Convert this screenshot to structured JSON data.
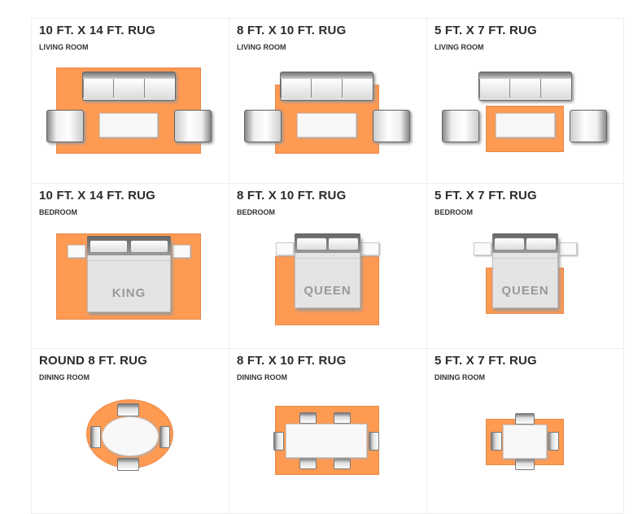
{
  "colors": {
    "rug": "#FF9A52"
  },
  "cells": [
    {
      "title": "10 FT. X 14 FT. RUG",
      "room": "LIVING ROOM"
    },
    {
      "title": "8 FT. X 10 FT. RUG",
      "room": "LIVING ROOM"
    },
    {
      "title": "5 FT. X 7 FT. RUG",
      "room": "LIVING ROOM"
    },
    {
      "title": "10 FT. X 14 FT. RUG",
      "room": "BEDROOM",
      "bed": "KING"
    },
    {
      "title": "8 FT. X 10 FT. RUG",
      "room": "BEDROOM",
      "bed": "QUEEN"
    },
    {
      "title": "5 FT. X 7 FT. RUG",
      "room": "BEDROOM",
      "bed": "QUEEN"
    },
    {
      "title": "ROUND 8 FT. RUG",
      "room": "DINING ROOM"
    },
    {
      "title": "8 FT. X 10 FT. RUG",
      "room": "DINING ROOM"
    },
    {
      "title": "5 FT. X 7 FT. RUG",
      "room": "DINING ROOM"
    }
  ]
}
